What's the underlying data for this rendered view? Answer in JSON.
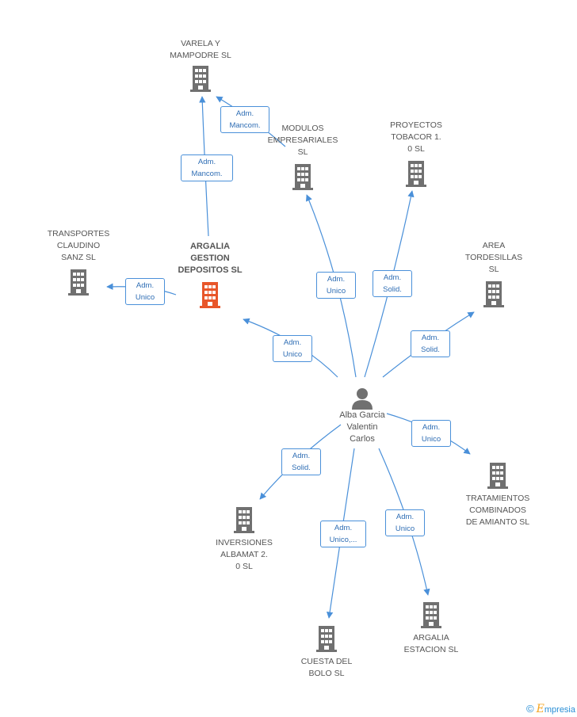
{
  "colors": {
    "edge": "#4a90d9",
    "building": "#707070",
    "focus": "#e8562a",
    "person": "#707070"
  },
  "nodes": {
    "varela": {
      "label": "VARELA Y\nMAMPODRE SL"
    },
    "modulos": {
      "label": "MODULOS\nEMPRESARIALES\nSL"
    },
    "proyectos": {
      "label": "PROYECTOS\nTOBACOR 1.\n0  SL"
    },
    "transportes": {
      "label": "TRANSPORTES\nCLAUDINO\nSANZ SL"
    },
    "argalia_gestion": {
      "label": "ARGALIA\nGESTION\nDEPOSITOS SL"
    },
    "area": {
      "label": "AREA\nTORDESILLAS\nSL"
    },
    "person": {
      "label": "Alba Garcia\nValentin\nCarlos"
    },
    "tratamientos": {
      "label": "TRATAMIENTOS\nCOMBINADOS\nDE AMIANTO SL"
    },
    "inversiones": {
      "label": "INVERSIONES\nALBAMAT 2.\n0  SL"
    },
    "cuesta": {
      "label": "CUESTA DEL\nBOLO SL"
    },
    "argalia_estacion": {
      "label": "ARGALIA\nESTACION SL"
    }
  },
  "relations": {
    "r1": "Adm.\nMancom.",
    "r2": "Adm.\nMancom.",
    "r3": "Adm.\nUnico",
    "r4": "Adm.\nUnico",
    "r5": "Adm.\nUnico",
    "r6": "Adm.\nSolid.",
    "r7": "Adm.\nSolid.",
    "r8": "Adm.\nSolid.",
    "r9": "Adm.\nUnico",
    "r10": "Adm.\nUnico,...",
    "r11": "Adm.\nUnico"
  },
  "brand": {
    "copyright": "©",
    "first": "E",
    "rest": "mpresia"
  }
}
